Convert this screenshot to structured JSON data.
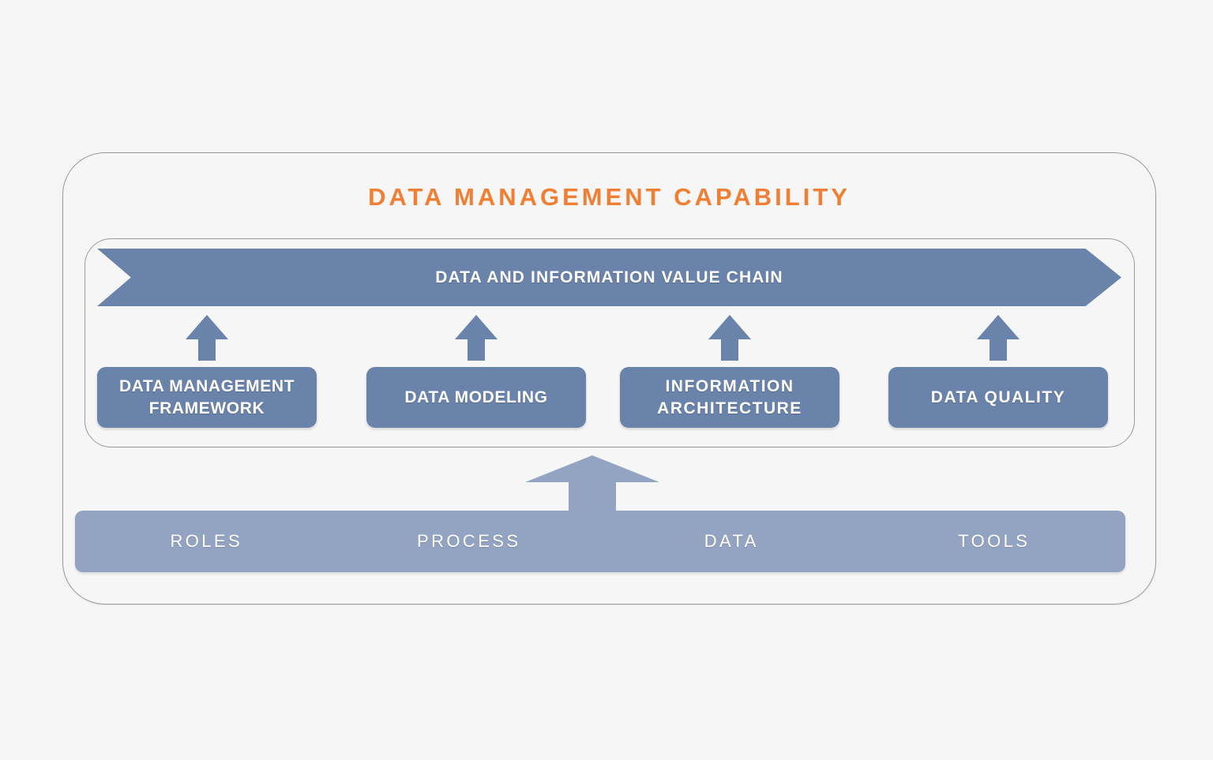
{
  "colors": {
    "background": "#f5f5f5",
    "title_orange": "#f07e33",
    "primary_blue": "#6a83aa",
    "foundation_blue": "#93a3c2",
    "border_gray": "#9a9a9a",
    "text_white": "#ffffff"
  },
  "diagram": {
    "title": "DATA MANAGEMENT CAPABILITY",
    "value_chain": {
      "label": "DATA AND INFORMATION VALUE CHAIN"
    },
    "pillars": [
      {
        "lines": [
          "DATA MANAGEMENT",
          "FRAMEWORK"
        ]
      },
      {
        "lines": [
          "DATA MODELING"
        ]
      },
      {
        "lines": [
          "INFORMATION",
          "ARCHITECTURE"
        ]
      },
      {
        "lines": [
          "DATA QUALITY"
        ]
      }
    ],
    "foundation": {
      "items": [
        "ROLES",
        "PROCESS",
        "DATA",
        "TOOLS"
      ]
    }
  }
}
